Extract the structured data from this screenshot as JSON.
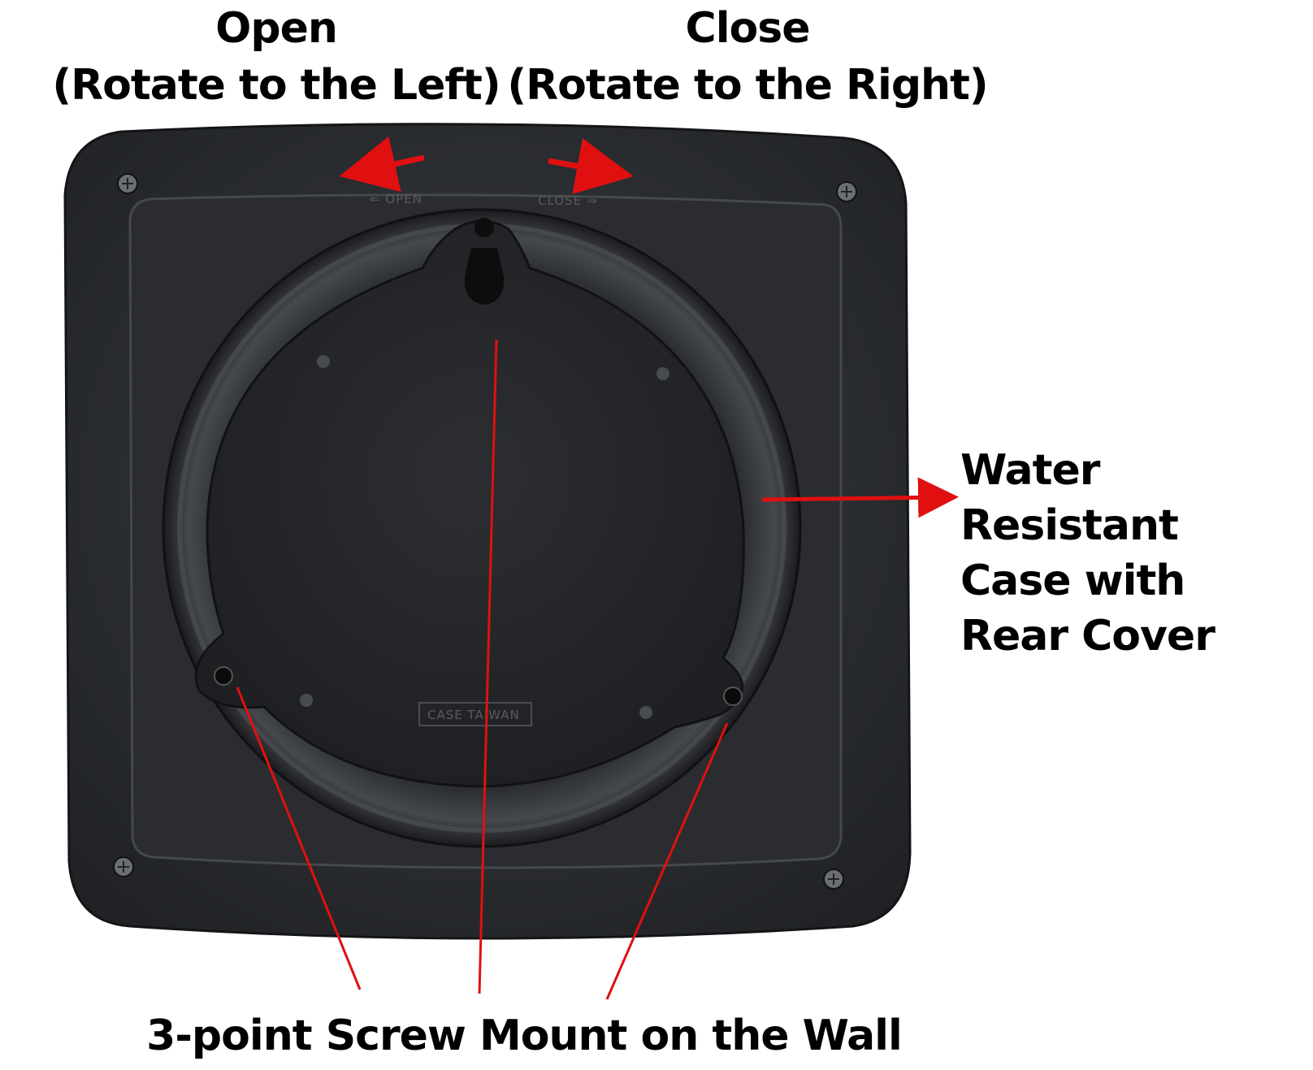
{
  "labels": {
    "open": {
      "line1": "Open",
      "line2": "(Rotate to the Left)"
    },
    "close": {
      "line1": "Close",
      "line2": "(Rotate to the Right)"
    },
    "water_resistant": {
      "line1": "Water Resistant",
      "line2": "Case with",
      "line3": "Rear Cover"
    },
    "screw_mount": "3-point Screw Mount on the Wall"
  },
  "embossed": {
    "open_marking": "⇐ OPEN",
    "close_marking": "CLOSE ⇒",
    "case_marking": "CASE   TAIWAN"
  },
  "colors": {
    "annotation": "#e01010",
    "case_body": "#2c2f33",
    "text": "#000000"
  }
}
